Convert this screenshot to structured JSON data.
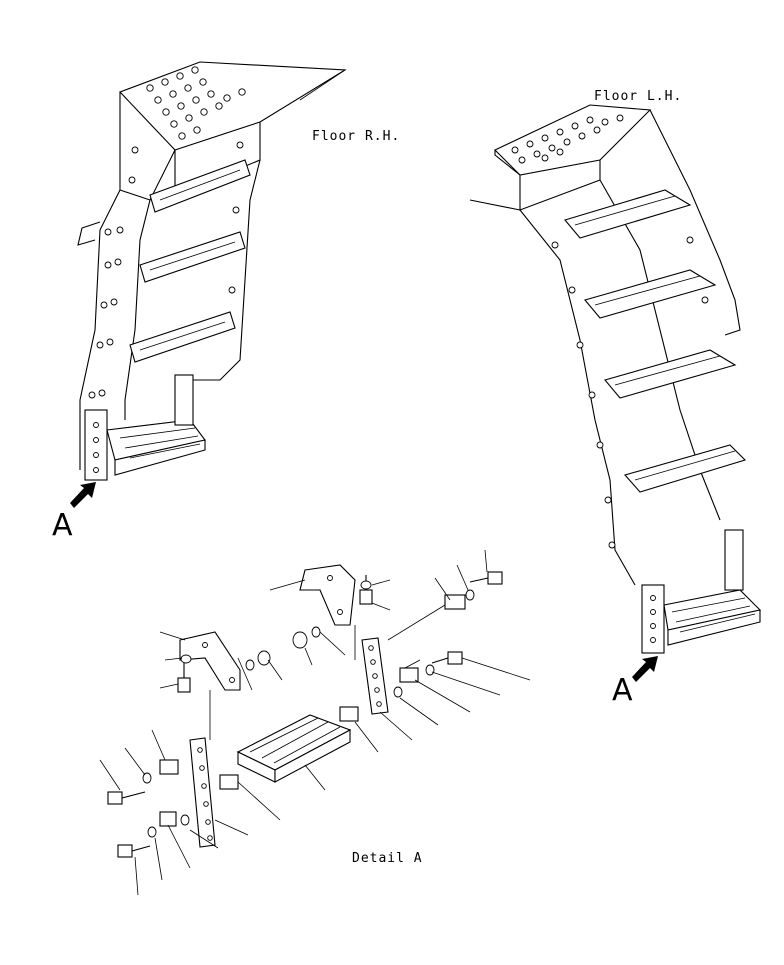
{
  "labels": {
    "floor_rh": "Floor R.H.",
    "floor_lh": "Floor L.H.",
    "detail_a": "Detail A",
    "view_marker_left": "A",
    "view_marker_right": "A"
  },
  "colors": {
    "ink": "#000000",
    "paper": "#ffffff"
  }
}
